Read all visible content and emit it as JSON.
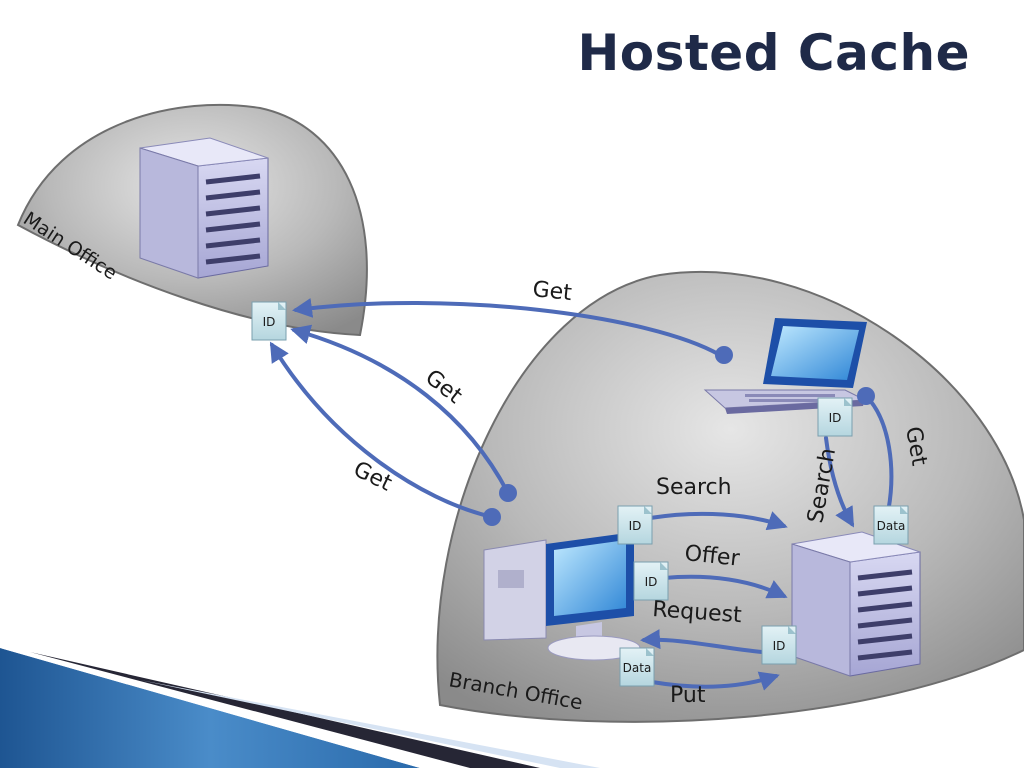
{
  "slide": {
    "title": "Hosted Cache"
  },
  "zones": {
    "main_office": "Main Office",
    "branch_office": "Branch Office"
  },
  "flows": {
    "get_1": "Get",
    "get_2": "Get",
    "get_3": "Get",
    "get_4": "Get",
    "search_1": "Search",
    "search_2": "Search",
    "offer": "Offer",
    "request": "Request",
    "put": "Put"
  },
  "tags": {
    "id": "ID",
    "data": "Data"
  },
  "colors": {
    "title": "#1f2a48",
    "arrow": "#4e6bb8",
    "dome": "#9e9e9e",
    "tag_fill": "#c9e3ea",
    "footer_blue": "#2e6fb0"
  },
  "icons": {
    "server": "server-icon",
    "laptop": "laptop-icon",
    "desktop": "desktop-computer-icon",
    "document_tag": "document-tag-icon"
  }
}
